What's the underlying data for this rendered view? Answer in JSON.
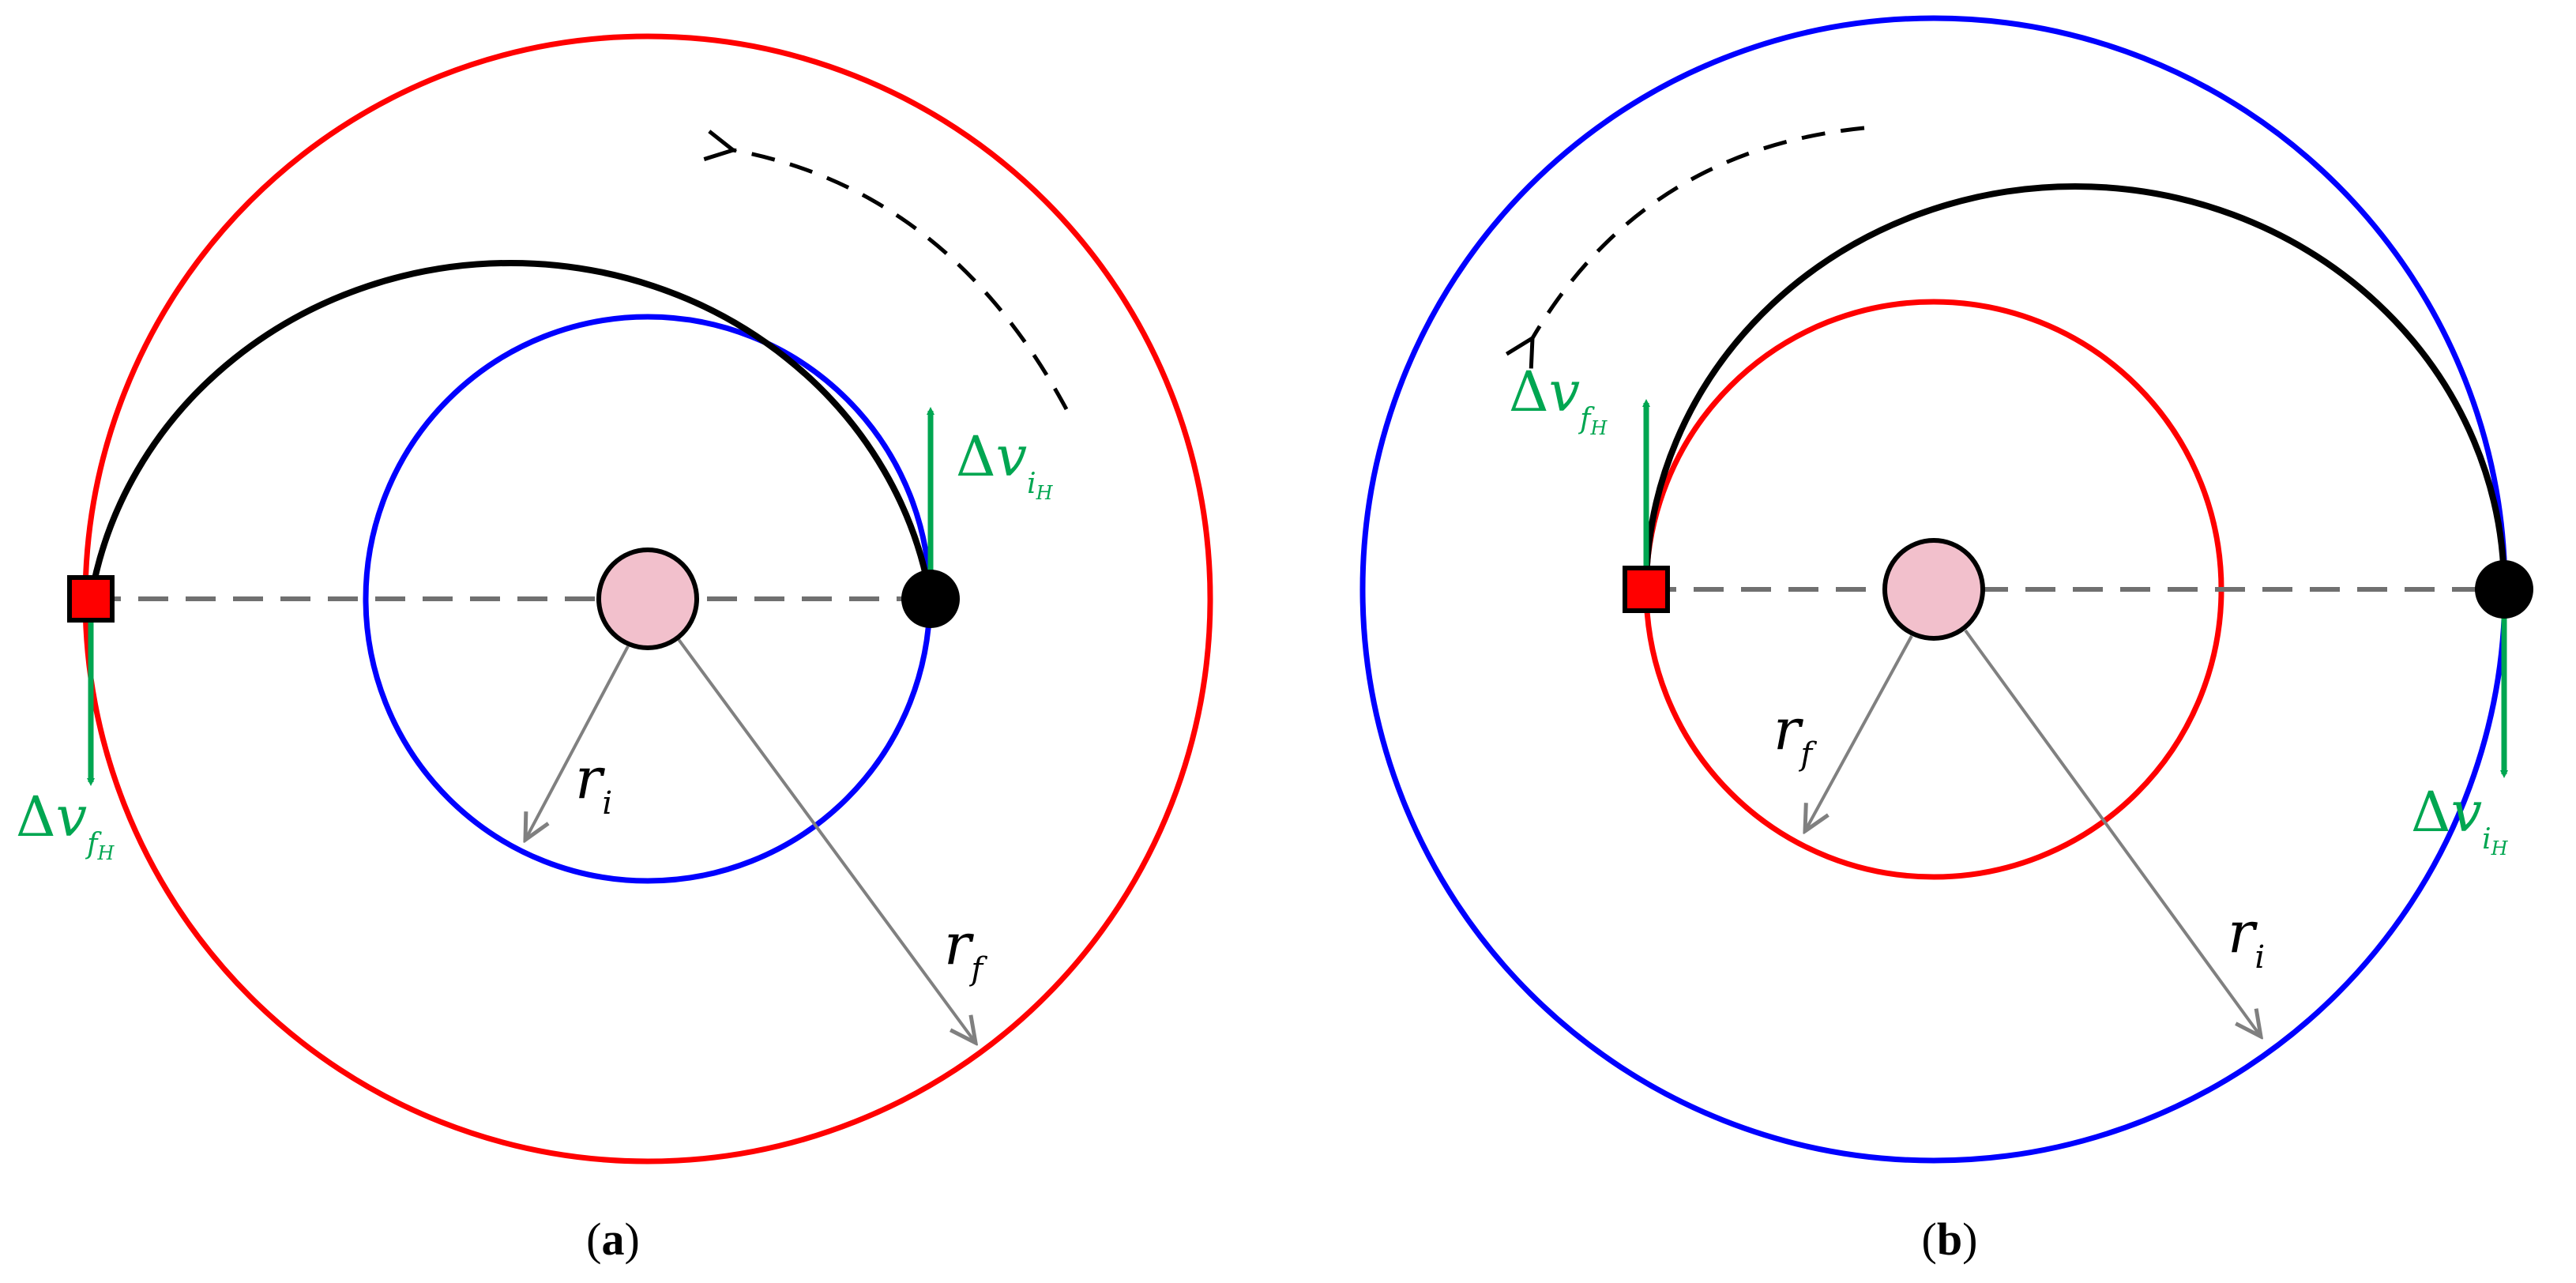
{
  "colors": {
    "initial_orbit_a": "#0000ff",
    "final_orbit_a": "#ff0000",
    "transfer": "#000000",
    "delta_v": "#00a651",
    "radius_arrow": "#808080",
    "axis": "#707070",
    "planet": "#f2c0cc",
    "marker_fill": "#ff0000"
  },
  "panel_a": {
    "caption_open": "(",
    "caption_letter": "a",
    "caption_close": ")",
    "dv_i": {
      "delta": "Δ",
      "v": "v",
      "sub": "i",
      "subsub": "H"
    },
    "dv_f": {
      "delta": "Δ",
      "v": "v",
      "sub": "f",
      "subsub": "H"
    },
    "r_inner": {
      "r": "r",
      "sub": "i"
    },
    "r_outer": {
      "r": "r",
      "sub": "f"
    }
  },
  "panel_b": {
    "caption_open": "(",
    "caption_letter": "b",
    "caption_close": ")",
    "dv_i": {
      "delta": "Δ",
      "v": "v",
      "sub": "i",
      "subsub": "H"
    },
    "dv_f": {
      "delta": "Δ",
      "v": "v",
      "sub": "f",
      "subsub": "H"
    },
    "r_inner": {
      "r": "r",
      "sub": "f"
    },
    "r_outer": {
      "r": "r",
      "sub": "i"
    }
  }
}
